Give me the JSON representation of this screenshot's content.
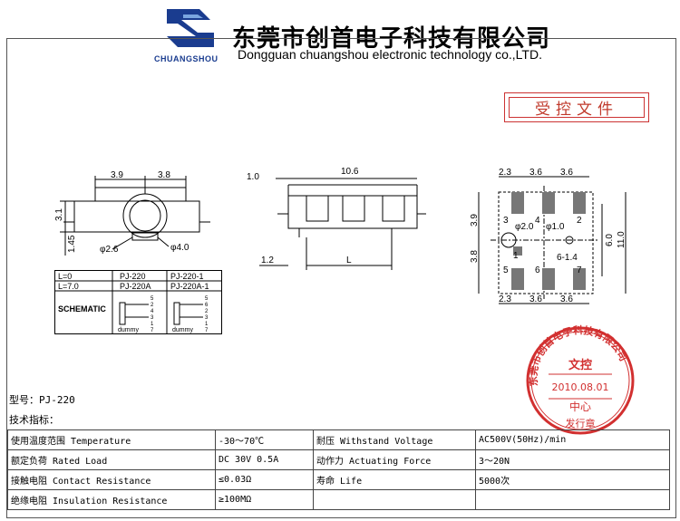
{
  "header": {
    "company_cn": "东莞市创首电子科技有限公司",
    "company_en": "Dongguan chuangshou electronic technology co.,LTD.",
    "logo_text": "CHUANGSHOU"
  },
  "controlled_doc": "受控文件",
  "drawing": {
    "front": {
      "dim_left": "3.9",
      "dim_right": "3.8",
      "dim_height": "3.1",
      "dim_bottom": "1.45",
      "phi_small": "φ2.6",
      "phi_large": "φ4.0"
    },
    "side": {
      "dim_top_left": "1.0",
      "dim_length": "10.6",
      "dim_bottom_left": "1.2",
      "dim_L": "L"
    },
    "bottom": {
      "dims_top": [
        "2.3",
        "3.6",
        "3.6"
      ],
      "dims_bottom": [
        "2.3",
        "3.6",
        "3.6"
      ],
      "dim_left_top": "3.9",
      "dim_left_bottom": "3.8",
      "dim_right_inner": "6.0",
      "dim_right_outer": "11.0",
      "phi_left": "φ2.0",
      "phi_right": "φ1.0",
      "note": "6-1.4",
      "pin_top": [
        "3",
        "4",
        "2"
      ],
      "pin_bottom": [
        "5",
        "6",
        "7"
      ],
      "pin_mid": "1"
    },
    "schematic_table": {
      "row1": [
        "L=0",
        "PJ-220",
        "PJ-220-1"
      ],
      "row2": [
        "L=7.0",
        "PJ-220A",
        "PJ-220A-1"
      ],
      "label": "SCHEMATIC",
      "dummy": "dummy",
      "pins_left": [
        "5",
        "2",
        "4",
        "3",
        "1",
        "7"
      ],
      "pins_right": [
        "5",
        "6",
        "2",
        "3",
        "1",
        "7"
      ]
    }
  },
  "stamp": {
    "ring_text": "东莞市创首电子科技有限公司",
    "line1": "文控",
    "line2": "2010.08.01",
    "line3": "中心",
    "bottom": "发行章"
  },
  "model_line": "型号：PJ-220",
  "spec_heading": "技术指标：",
  "specs": [
    [
      "使用温度范围 Temperature",
      "-30～70℃",
      "耐压 Withstand Voltage",
      "AC500V(50Hz)/min"
    ],
    [
      "额定负荷 Rated Load",
      "DC 30V 0.5A",
      "动作力 Actuating Force",
      "3～20N"
    ],
    [
      "接触电阻 Contact Resistance",
      "≤0.03Ω",
      "寿命 Life",
      "5000次"
    ],
    [
      "绝缘电阻 Insulation Resistance",
      "≥100MΩ",
      "",
      ""
    ]
  ],
  "colors": {
    "stamp": "#d23030",
    "logo_blue": "#1a3c8f"
  }
}
